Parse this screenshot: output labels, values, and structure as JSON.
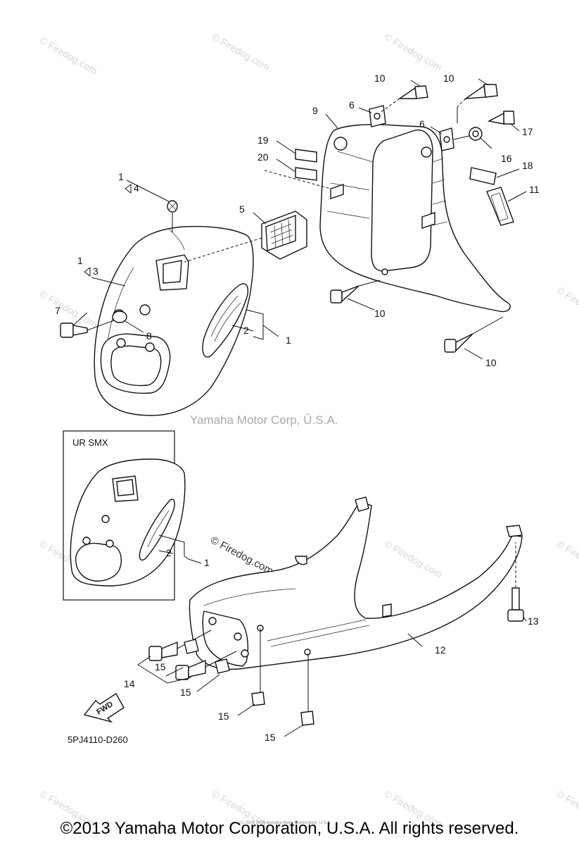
{
  "watermarks": {
    "repeat_text": "© Firedog.com",
    "center_text": "Yamaha Motor Corp, Ŭ.S.A.",
    "inline_firedog": "© Firedog.com",
    "tiny_text": "(c) 2006 2016 Yamaha Motor Corporation, U.S.A."
  },
  "callouts": {
    "c1a": "1",
    "c4": "4",
    "c1b": "1",
    "c3": "3",
    "c5": "5",
    "c7": "7",
    "c8": "8",
    "c2": "2",
    "c1c": "1",
    "c9": "9",
    "c6a": "6",
    "c6b": "6",
    "c10a": "10",
    "c10b": "10",
    "c17": "17",
    "c16": "16",
    "c19": "19",
    "c20": "20",
    "c18": "18",
    "c11": "11",
    "c10c": "10",
    "c10d": "10",
    "inset_c2": "2",
    "inset_c1": "1",
    "c13": "13",
    "c12": "12",
    "c14": "14",
    "c15a": "15",
    "c15b": "15",
    "c15c": "15",
    "c15d": "15"
  },
  "inset_label": "UR SMX",
  "fwd_label": "FWD",
  "diagram_code": "5PJ4110-D260",
  "copyright": "©2013 Yamaha Motor Corporation, U.S.A. All rights reserved."
}
